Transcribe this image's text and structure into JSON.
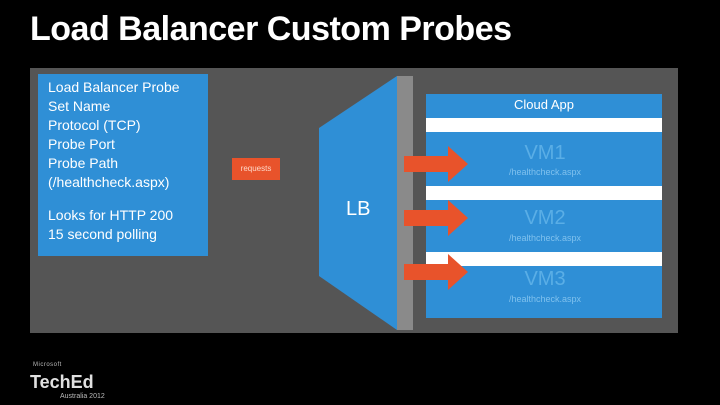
{
  "slide": {
    "title": "Load Balancer Custom Probes"
  },
  "probe_box": {
    "lines": [
      "Load Balancer Probe",
      "Set Name",
      "Protocol (TCP)",
      "Probe Port",
      "Probe Path",
      "(/healthcheck.aspx)"
    ],
    "lines2": [
      "Looks for HTTP 200",
      "15 second polling"
    ]
  },
  "request_tag": {
    "text": "requests"
  },
  "lb": {
    "label": "LB"
  },
  "cloud_app": {
    "title": "Cloud App",
    "vms": [
      {
        "name": "VM1",
        "ip": "/healthcheck.aspx"
      },
      {
        "name": "VM2",
        "ip": "/healthcheck.aspx"
      },
      {
        "name": "VM3",
        "ip": "/healthcheck.aspx"
      }
    ]
  },
  "logo": {
    "small": "Microsoft",
    "big": "TechEd",
    "sub": "Australia 2012"
  },
  "colors": {
    "accent_blue": "#2f8fd6",
    "accent_orange": "#e8532b",
    "panel_gray": "#555555"
  }
}
